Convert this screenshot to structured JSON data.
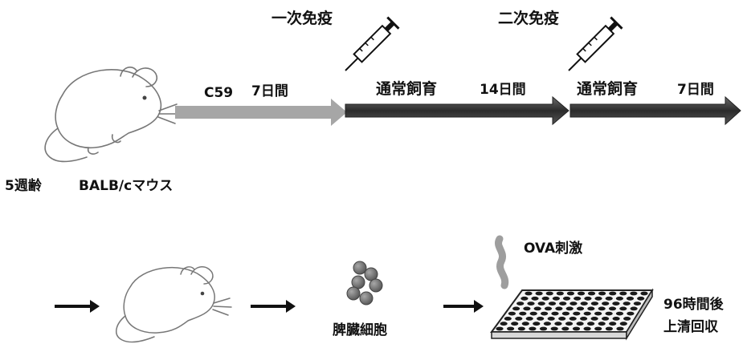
{
  "timeline": {
    "immunization1": "一次免疫",
    "immunization2": "二次免疫",
    "segment1_label": "C59",
    "segment1_duration": "7日間",
    "segment2_label": "通常飼育",
    "segment2_duration": "14日間",
    "segment3_label": "通常飼育",
    "segment3_duration": "7日間",
    "mouse_age": "5週齢",
    "mouse_strain": "BALB/cマウス"
  },
  "assay": {
    "cells_label": "脾臓細胞",
    "stimulus_label": "OVA刺激",
    "incubation": "96時間後",
    "collection": "上清回収"
  },
  "colors": {
    "arrow_gray": "#a6a6a6",
    "arrow_dark": "#3f3f3f",
    "cell_gray": "#6f6f6f",
    "ova_gray": "#9e9e9e",
    "outline": "#555555"
  }
}
